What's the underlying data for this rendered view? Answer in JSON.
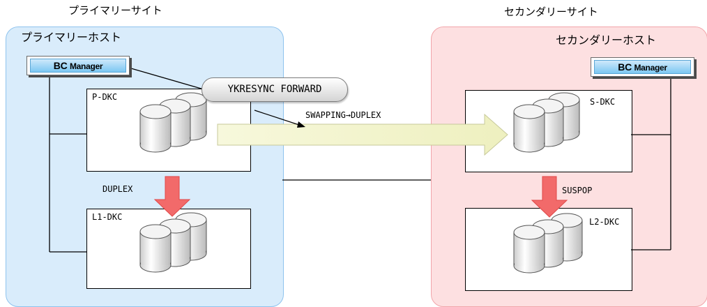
{
  "primary_site": {
    "title": "プライマリーサイト",
    "host_title": "プライマリーホスト",
    "bc_manager": {
      "bold": "BC",
      "rest": "Manager"
    },
    "p_dkc_label": "P-DKC",
    "l1_dkc_label": "L1-DKC",
    "pair_status": "DUPLEX"
  },
  "secondary_site": {
    "title": "セカンダリーサイト",
    "host_title": "セカンダリーホスト",
    "bc_manager": {
      "bold": "BC",
      "rest": "Manager"
    },
    "s_dkc_label": "S-DKC",
    "l2_dkc_label": "L2-DKC",
    "pair_status": "SUSPOP"
  },
  "command": "YKRESYNC FORWARD",
  "transition_label": "SWAPPING→DUPLEX",
  "colors": {
    "primary_site_fill": "#d9ecfb",
    "secondary_site_fill": "#fde0e1",
    "copy_arrow": "#f2f4cc",
    "down_arrow": "#f26a6a"
  }
}
